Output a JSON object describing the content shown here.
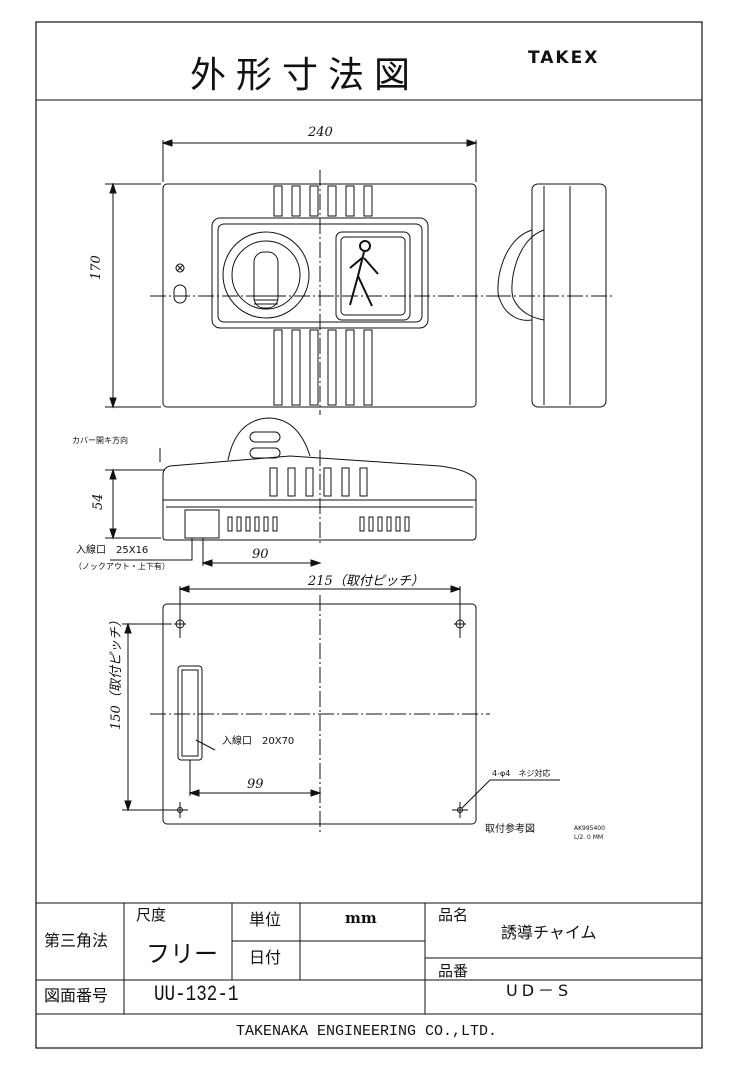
{
  "header": {
    "title": "外形寸法図",
    "brand": "TAKEX"
  },
  "dims": {
    "width_top": "240",
    "height_front": "170",
    "depth_side": "54",
    "offset_entry": "90",
    "pitch_h": "215（取付ピッチ）",
    "pitch_v": "150（取付ピッチ）",
    "offset_bottom": "99"
  },
  "notes": {
    "cover_dir": "カバー開キ方向",
    "entry_top": "入線口　25X16",
    "knockout": "（ノックアウト・上下有）",
    "entry_back": "入線口　20X70",
    "holes": "4-φ4　ネジ対応",
    "mount_ref": "取付参考図",
    "ref_code": "AK995400",
    "ref_scale": "L/2. 0 MM"
  },
  "title_block": {
    "projection": "第三角法",
    "scale_label": "尺度",
    "scale_value": "フリー",
    "unit_label": "単位",
    "unit_value": "mm",
    "date_label": "日付",
    "date_value": "",
    "name_label": "品名",
    "name_value": "誘導チャイム",
    "part_label": "品番",
    "part_value": "UD－S",
    "drawing_no_label": "図面番号",
    "drawing_no_value": "UU-132-1",
    "company": "TAKENAKA ENGINEERING CO.,LTD."
  }
}
